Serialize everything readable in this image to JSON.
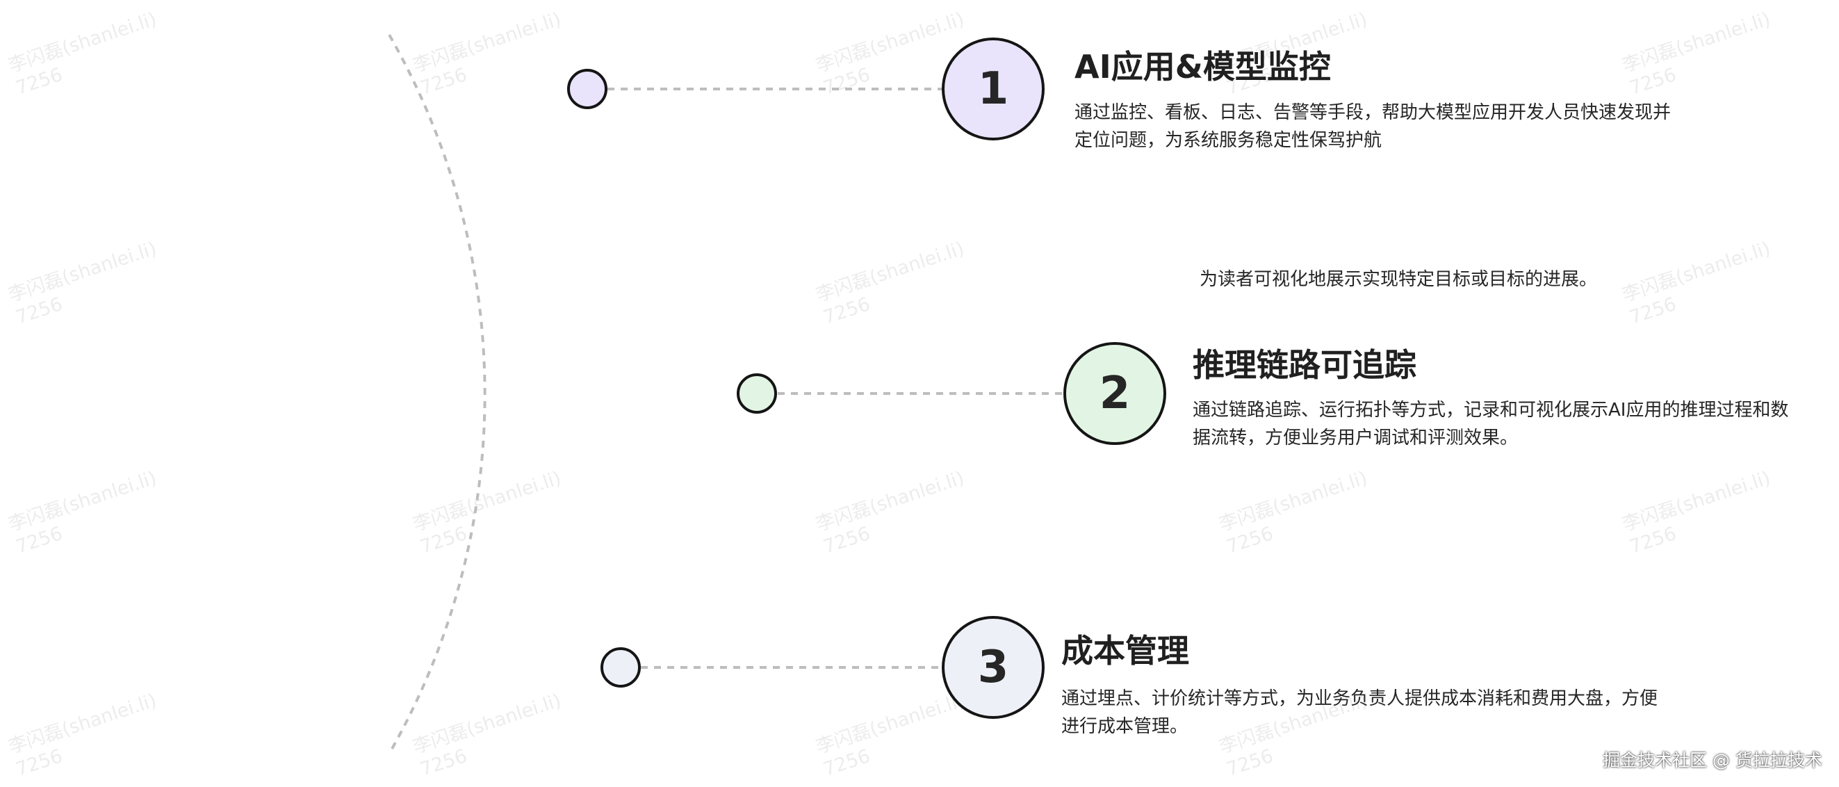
{
  "watermark": {
    "line1": "李闪磊(shanlei.li)",
    "line2": "7256"
  },
  "items": [
    {
      "number": "1",
      "title": "AI应用&模型监控",
      "description": "通过监控、看板、日志、告警等手段，帮助大模型应用开发人员快速发现并定位问题，为系统服务稳定性保驾护航",
      "fill_color": "#e9e4fb"
    },
    {
      "number": "2",
      "title": "推理链路可追踪",
      "description": "通过链路追踪、运行拓扑等方式，记录和可视化展示AI应用的推理过程和数据流转，方便业务用户调试和评测效果。",
      "fill_color": "#e2f5e4"
    },
    {
      "number": "3",
      "title": "成本管理",
      "description": "通过埋点、计价统计等方式，为业务负责人提供成本消耗和费用大盘，方便进行成本管理。",
      "fill_color": "#edf0f7"
    }
  ],
  "caption": "为读者可视化地展示实现特定目标或目标的进展。",
  "credit": "掘金技术社区 @ 货拉拉技术",
  "colors": {
    "outline": "#151515",
    "dashed_line": "#bdbdbd",
    "text": "#262626"
  }
}
